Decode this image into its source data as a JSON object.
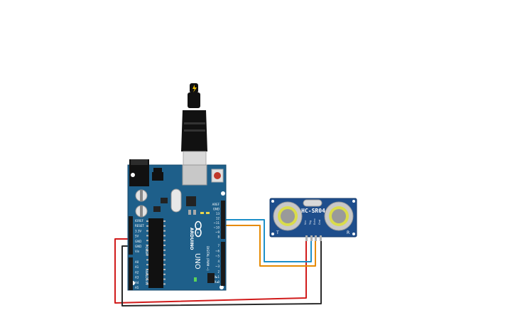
{
  "canvas": {
    "background": "#ffffff"
  },
  "arduino": {
    "brand": "ARDUINO",
    "model": "UNO",
    "reset_label": "RESET",
    "power_header_title": "POWER",
    "analog_header_title": "ANALOG IN",
    "digital_header_title": "DIGITAL (PWM ~)",
    "power_pins": [
      "IOREF",
      "RESET",
      "3.3V",
      "5V",
      "GND",
      "GND",
      "Vin"
    ],
    "analog_pins": [
      "A0",
      "A1",
      "A2",
      "A3",
      "A4",
      "A5"
    ],
    "digital_pins_top": [
      "AREF",
      "GND",
      "13",
      "12",
      "~11",
      "~10",
      "~9",
      "8"
    ],
    "digital_pins_bottom": [
      "7",
      "~6",
      "~5",
      "4",
      "~3",
      "2",
      "TX▸1",
      "RX◂0"
    ],
    "tx_rx_leds": [
      "TX",
      "RX"
    ],
    "led_l_label": "L",
    "on_label": "ON",
    "tx_label": "TX▸1",
    "rx_label": "RX◂0",
    "board_color": "#1e5f8a",
    "icon_logo": "arduino-infinity-logo"
  },
  "usb": {
    "icon": "usb-cable-plug",
    "plug_color": "#111111",
    "connector_color": "#d9d9d9",
    "lightning_color": "#f5c400"
  },
  "sensor": {
    "model_label": "HC-SR04",
    "left_label": "T",
    "right_label": "R",
    "pins": [
      "Vcc",
      "Trig",
      "Echo",
      "Gnd"
    ],
    "board_color": "#1e4e8c"
  },
  "wires": {
    "vcc_color": "#d11b1b",
    "gnd_color": "#2a2a2a",
    "trig_color": "#1e90c8",
    "echo_color": "#e68a00"
  }
}
